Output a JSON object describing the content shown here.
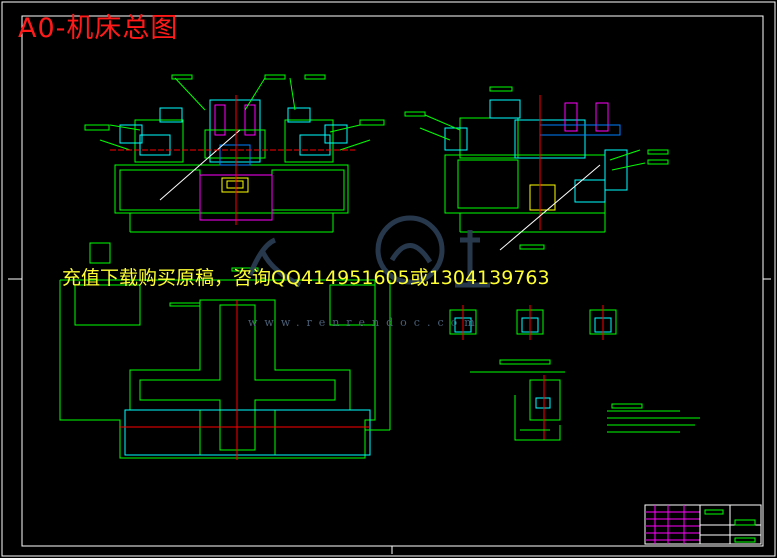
{
  "drawing": {
    "title": "A0-机床总图",
    "overlay_notice": "充值下载购买原稿，咨询QQ414951605或1304139763",
    "watermark_url": "www.renrendoc.com"
  },
  "colors": {
    "background": "#000000",
    "border": "#ffffff",
    "line": "#00ff00",
    "cyan": "#00ffff",
    "magenta": "#ff00ff",
    "red": "#ff0000",
    "blue": "#0000ff",
    "title": "#ff1a1a",
    "notice": "#ffff33"
  }
}
